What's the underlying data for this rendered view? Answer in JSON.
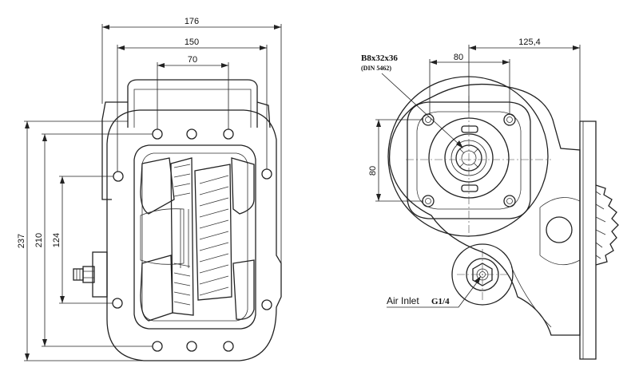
{
  "dimensions": {
    "d176": "176",
    "d150": "150",
    "d70": "70",
    "d237": "237",
    "d210": "210",
    "d124": "124",
    "d80_left": "80",
    "d80_top": "80",
    "d125": "125,4"
  },
  "labels": {
    "spline": "B8x32x36",
    "din": "(DIN 5462)",
    "air_inlet": "Air Inlet",
    "thread": "G1/4"
  },
  "colors": {
    "line": "#222222",
    "background": "#ffffff"
  }
}
